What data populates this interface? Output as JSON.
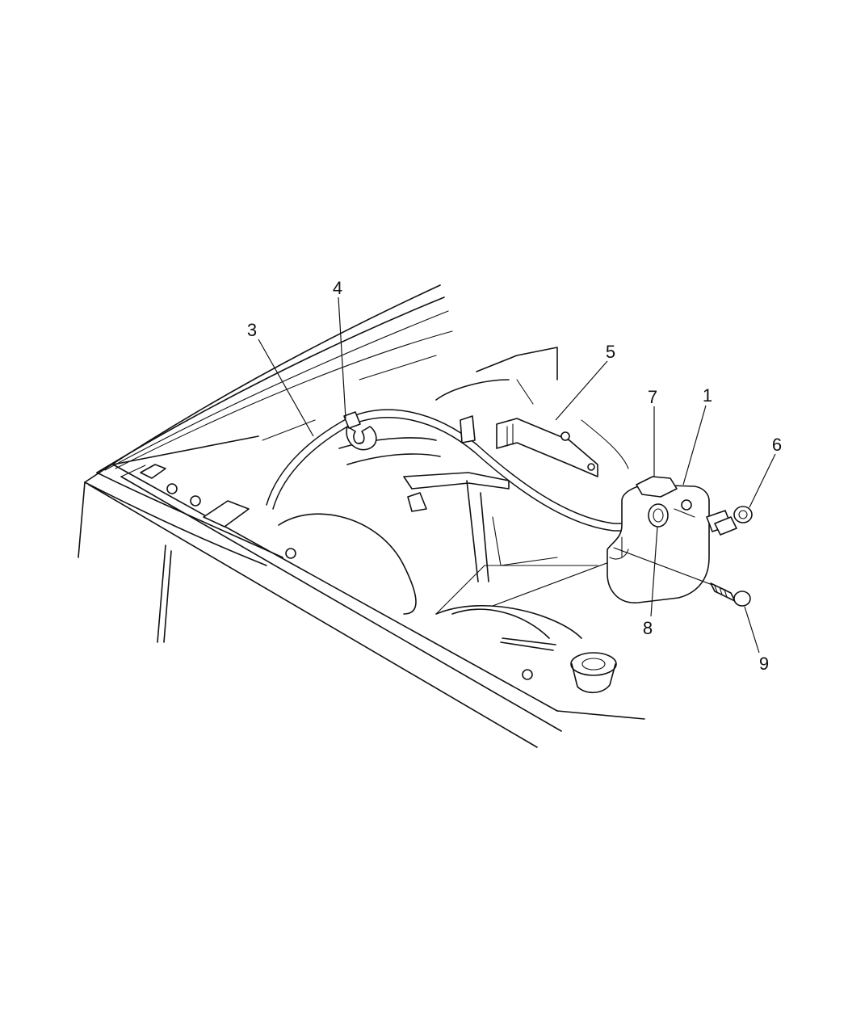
{
  "callouts": [
    {
      "id": "c1",
      "label": "1"
    },
    {
      "id": "c3",
      "label": "3"
    },
    {
      "id": "c4",
      "label": "4"
    },
    {
      "id": "c5",
      "label": "5"
    },
    {
      "id": "c6",
      "label": "6"
    },
    {
      "id": "c7",
      "label": "7"
    },
    {
      "id": "c8",
      "label": "8"
    },
    {
      "id": "c9",
      "label": "9"
    }
  ]
}
